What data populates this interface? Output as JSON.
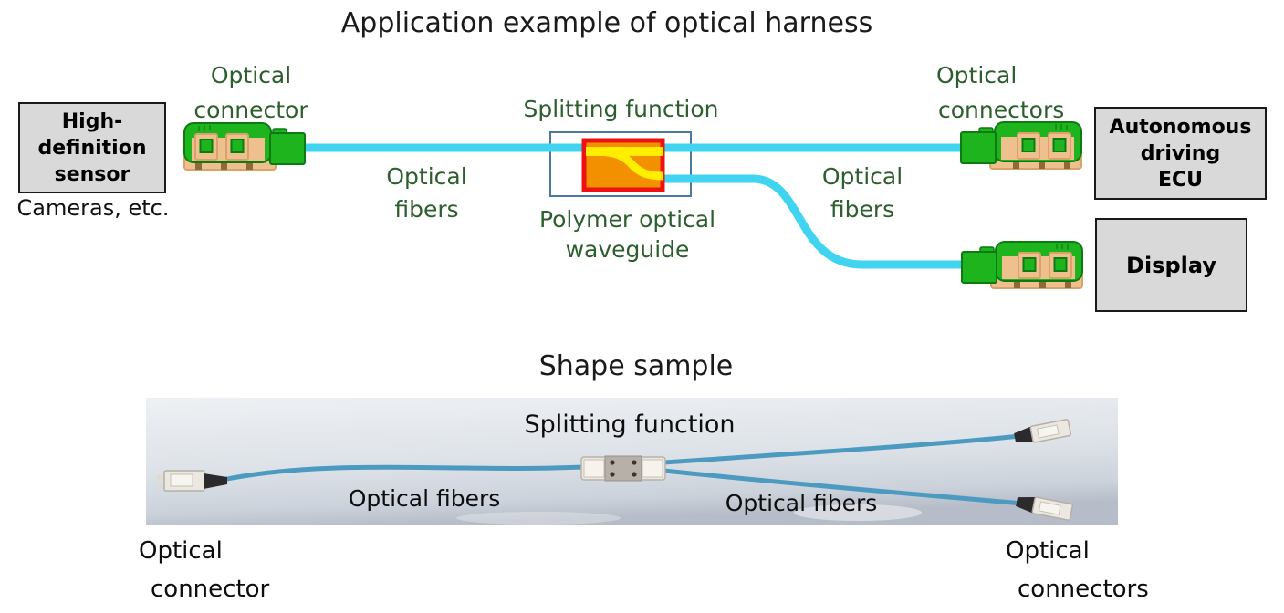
{
  "colors": {
    "green-text": "#2d5e2e",
    "fiber-cyan": "#41d4f0",
    "conn-green": "#1db41d",
    "conn-green-dark": "#0d7a12",
    "conn-tan": "#eec08d",
    "conn-tan-dark": "#d9a269",
    "conn-notch": "#8e6a38",
    "box-gray": "#d9d9d9",
    "waveguide-orange": "#f39000",
    "waveguide-red": "#ee1111",
    "waveguide-yellow": "#ffee00",
    "outline-blue": "#4a7a9e",
    "photo-fiber": "#4c9abf",
    "photo-conn-body": "#ebe8e1",
    "photo-conn-boot": "#2b2b2e"
  },
  "diagram": {
    "title": "Application example of optical harness",
    "sensor": {
      "lines": [
        "High-",
        "definition",
        "sensor"
      ],
      "caption": "Cameras, etc."
    },
    "labels": {
      "optical_connector": [
        "Optical",
        "connector"
      ],
      "optical_fibers_left": [
        "Optical",
        "fibers"
      ],
      "splitting_function": "Splitting function",
      "polymer_waveguide": [
        "Polymer optical",
        "waveguide"
      ],
      "optical_fibers_right": [
        "Optical",
        "fibers"
      ],
      "optical_connectors": [
        "Optical",
        "connectors"
      ]
    },
    "ecu": {
      "lines": [
        "Autonomous",
        "driving",
        "ECU"
      ]
    },
    "display": {
      "label": "Display"
    }
  },
  "shape_sample": {
    "title": "Shape sample",
    "labels": {
      "splitting_function": "Splitting function",
      "optical_fibers_left": "Optical fibers",
      "optical_fibers_right": "Optical fibers",
      "optical_connector": [
        "Optical",
        "connector"
      ],
      "optical_connectors": [
        "Optical",
        "connectors"
      ]
    }
  },
  "icons": {
    "connector": "optical-connector-icon",
    "waveguide": "polymer-waveguide-splitter-icon",
    "photo_connector": "photo-connector-icon",
    "photo_splitter": "photo-splitter-icon"
  }
}
